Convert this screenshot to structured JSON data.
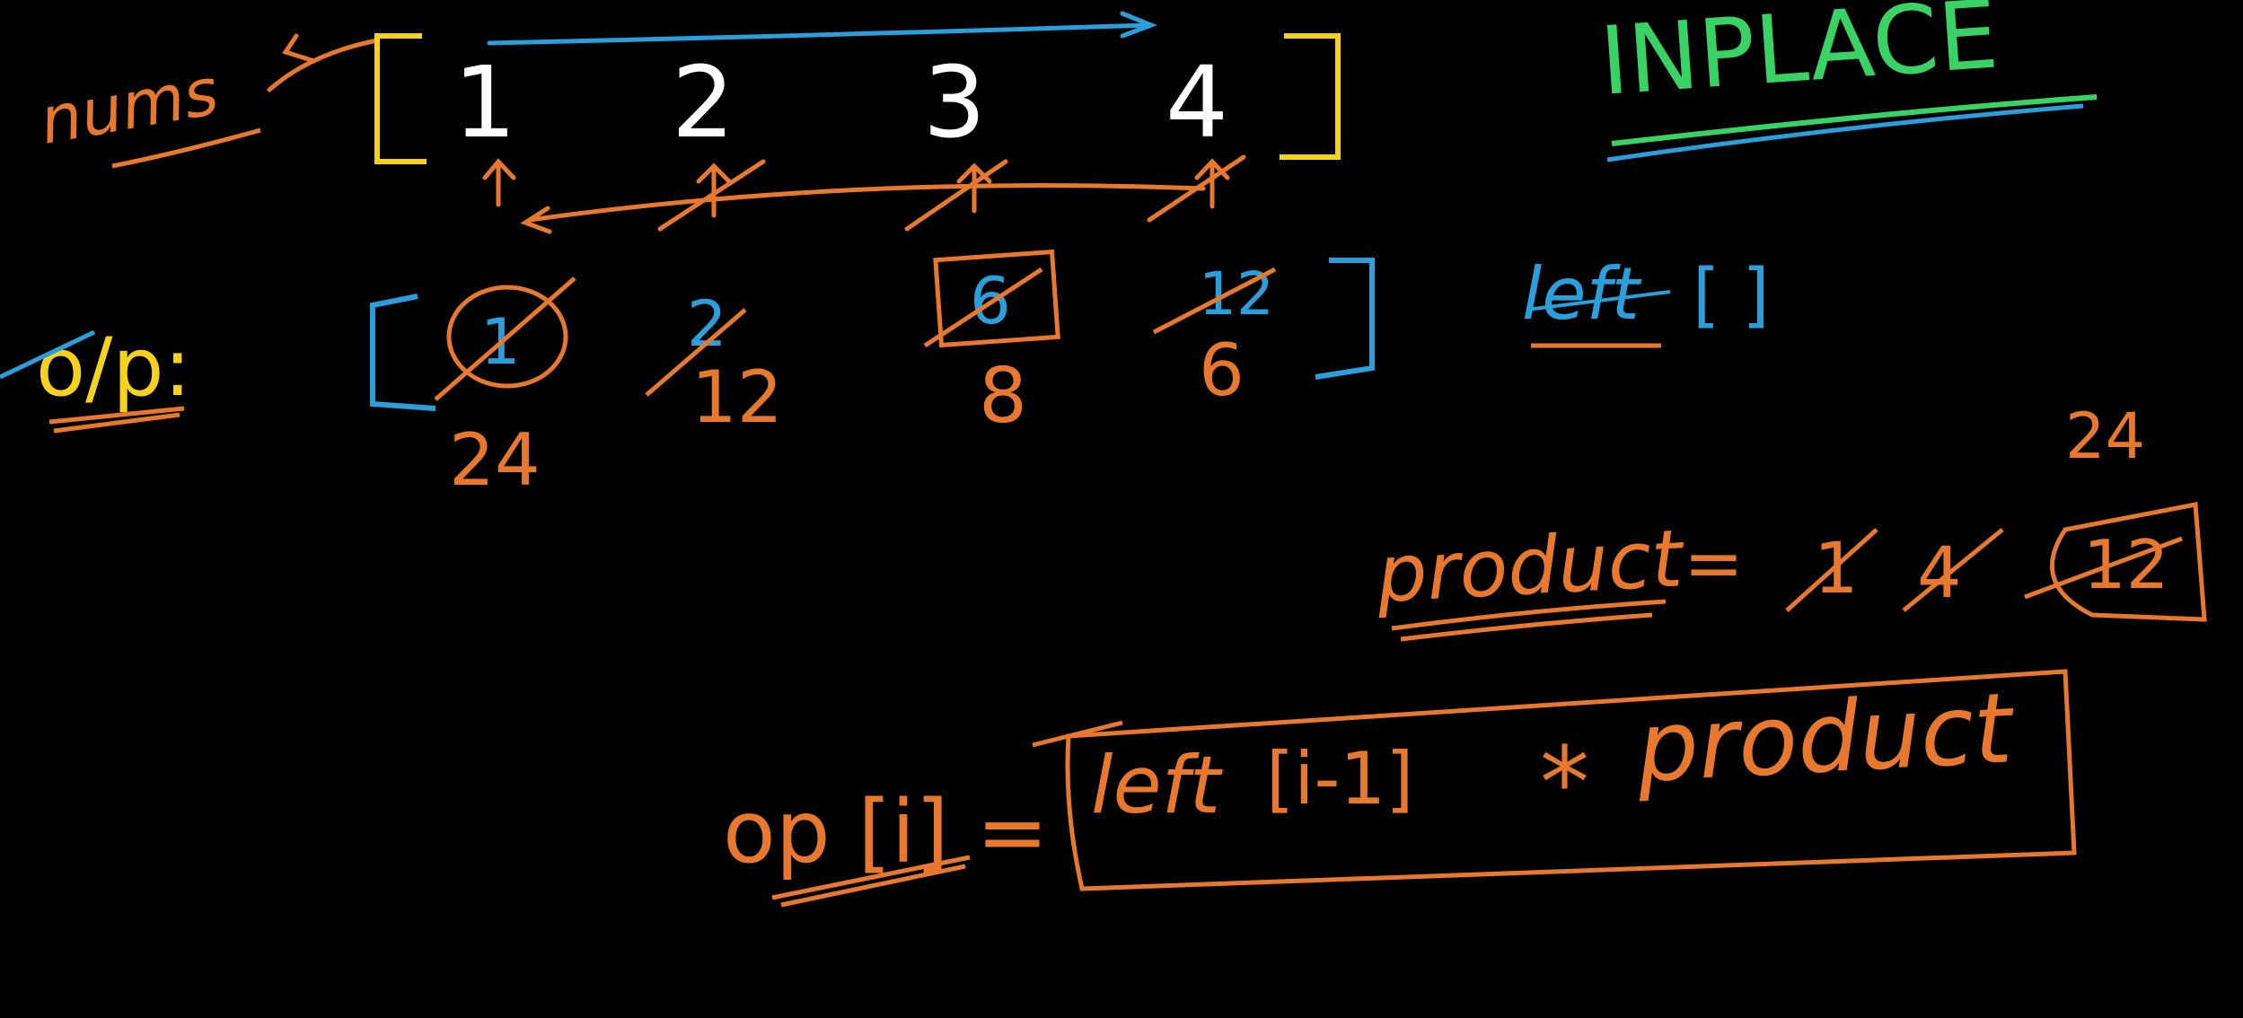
{
  "colors": {
    "background": "#000000",
    "white": "#ffffff",
    "orange": "#e8782e",
    "blue": "#2a9fdc",
    "yellow": "#f5d21c",
    "green": "#39d264"
  },
  "labels": {
    "nums": "nums",
    "op": "o/p:",
    "inplace": "INPLACE",
    "left_arr": "left",
    "left_brackets": "[ ]",
    "product": "product",
    "equals": "=",
    "formula_lhs": "op [i] =",
    "formula_left": "left",
    "formula_index": "[i-1]",
    "formula_star": "*",
    "formula_product": "product"
  },
  "nums": [
    "1",
    "2",
    "3",
    "4"
  ],
  "output": {
    "crossed": [
      "1",
      "2",
      "6",
      "12"
    ],
    "below": [
      "24",
      "12",
      "8",
      "6"
    ]
  },
  "product_history": {
    "crossed": [
      "1",
      "4",
      "12"
    ],
    "above": "24"
  }
}
